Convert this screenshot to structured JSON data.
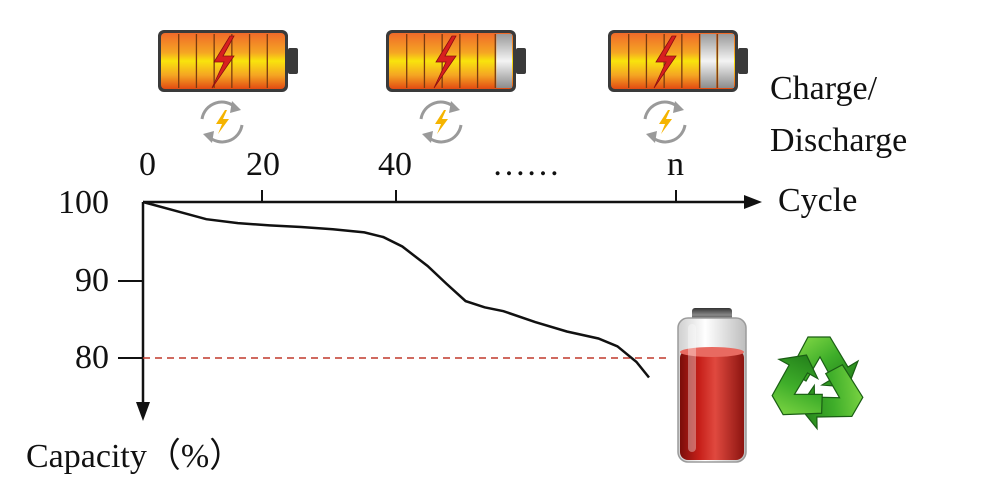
{
  "axis": {
    "x_title": "Cycle",
    "y_title": "Capacity（%）",
    "x_ticks": [
      "0",
      "20",
      "40",
      "……",
      "n"
    ],
    "y_ticks": [
      "100",
      "90",
      "80"
    ],
    "charge_label_line1": "Charge/",
    "charge_label_line2": "Discharge"
  },
  "chart_data": {
    "type": "line",
    "xlabel": "Cycle",
    "ylabel": "Capacity（%）",
    "x_tick_labels": [
      "0",
      "20",
      "40",
      "……",
      "n"
    ],
    "y_ticks": [
      100,
      90,
      80
    ],
    "threshold": 80,
    "series": [
      {
        "values_xy": [
          [
            0,
            100
          ],
          [
            5,
            98.9
          ],
          [
            10,
            97.8
          ],
          [
            15,
            97.3
          ],
          [
            20,
            97.0
          ],
          [
            25,
            96.8
          ],
          [
            30,
            96.5
          ],
          [
            35,
            96.1
          ],
          [
            38,
            95.5
          ],
          [
            41,
            94.3
          ],
          [
            45,
            91.8
          ],
          [
            48,
            89.5
          ],
          [
            51,
            87.3
          ],
          [
            54,
            86.5
          ],
          [
            57,
            86.0
          ],
          [
            62,
            84.6
          ],
          [
            67,
            83.4
          ],
          [
            72,
            82.5
          ],
          [
            75,
            81.5
          ],
          [
            78,
            79.5
          ],
          [
            80,
            77.5
          ]
        ]
      }
    ]
  },
  "icons": {
    "battery_top": [
      "battery-full-icon",
      "battery-one-cell-depleted-icon",
      "battery-two-cells-depleted-icon"
    ],
    "cycle_arrows": "charge-cycle-icon",
    "end_battery": "battery-degraded-icon",
    "recycle": "recycle-icon"
  },
  "colors": {
    "curve": "#111111",
    "threshold_line": "#c0392b",
    "battery_orange": "#e8501a",
    "battery_yellow": "#f5e60a",
    "recycle_green": "#3fae2a"
  }
}
